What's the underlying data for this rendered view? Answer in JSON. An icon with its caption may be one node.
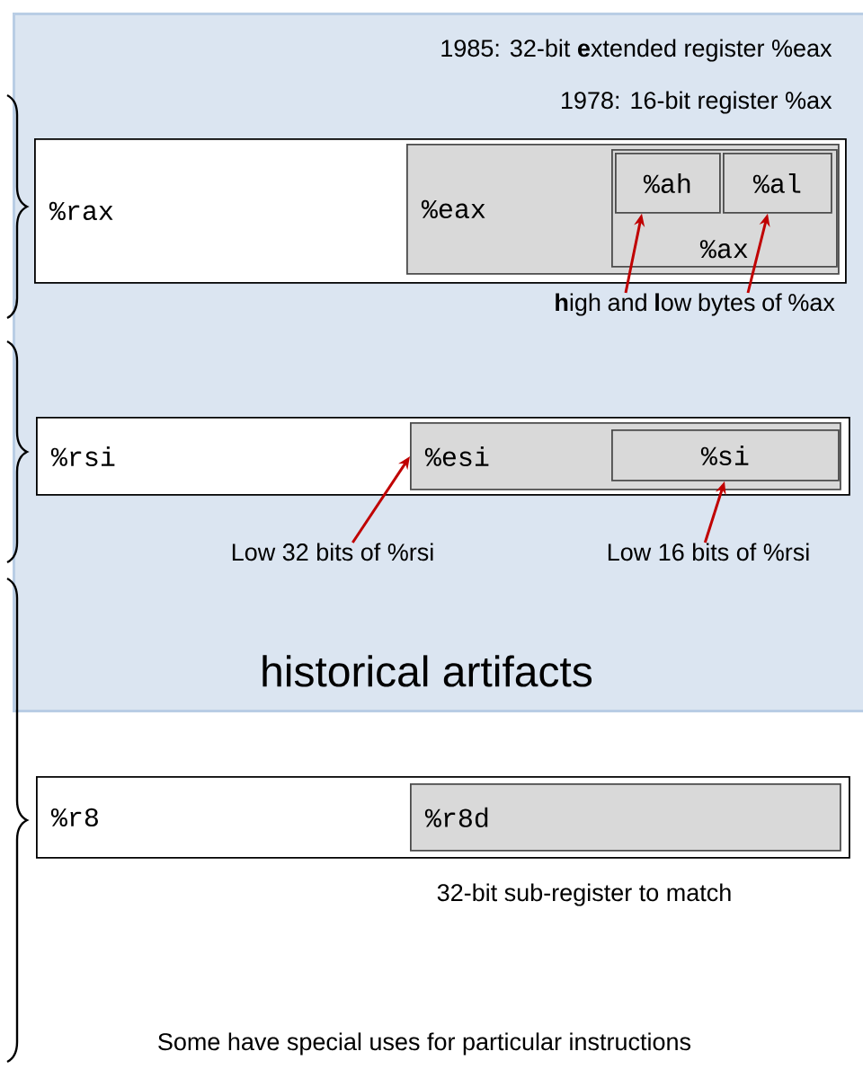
{
  "diagram": {
    "nodes": [
      {
        "text": [
          "historical artifacts"
        ]
      },
      {
        "text": [
          "%rax"
        ],
        "in": 0
      },
      {
        "text": [
          "%eax"
        ],
        "in": 1
      },
      {
        "text": [
          "%ax"
        ],
        "in": 2
      },
      {
        "text": [
          "%ah"
        ],
        "in": 3
      },
      {
        "text": [
          "%al"
        ],
        "in": 3
      },
      {
        "text": [
          "**h**igh and **l**ow bytes of %ax"
        ],
        "in": 0
      },
      {
        "text": [
          "%rsi"
        ],
        "in": 0
      },
      {
        "text": [
          "%esi"
        ],
        "in": 7
      },
      {
        "text": [
          "%si"
        ],
        "in": 8
      },
      {
        "text": [
          "Low 32 bits of %rsi"
        ],
        "in": 0
      },
      {
        "text": [
          "Low 16 bits of %rsi"
        ],
        "in": 0
      },
      {
        "text": [
          "%r8"
        ]
      },
      {
        "text": [
          "%r8d"
        ],
        "in": 12
      }
    ],
    "edges": [
      {
        "from": 6,
        "to": 4,
        "arrow": "to"
      },
      {
        "from": 6,
        "to": 5,
        "arrow": "to"
      },
      {
        "from": 10,
        "to": 8,
        "arrow": "to"
      },
      {
        "from": 11,
        "to": 9,
        "arrow": "to"
      }
    ],
    "labels": [
      "1985: 32-bit **e**xtended register %eax",
      "1978: 16-bit register %ax",
      "32-bit sub-register to match",
      "Some have special uses for particular instructions"
    ]
  }
}
